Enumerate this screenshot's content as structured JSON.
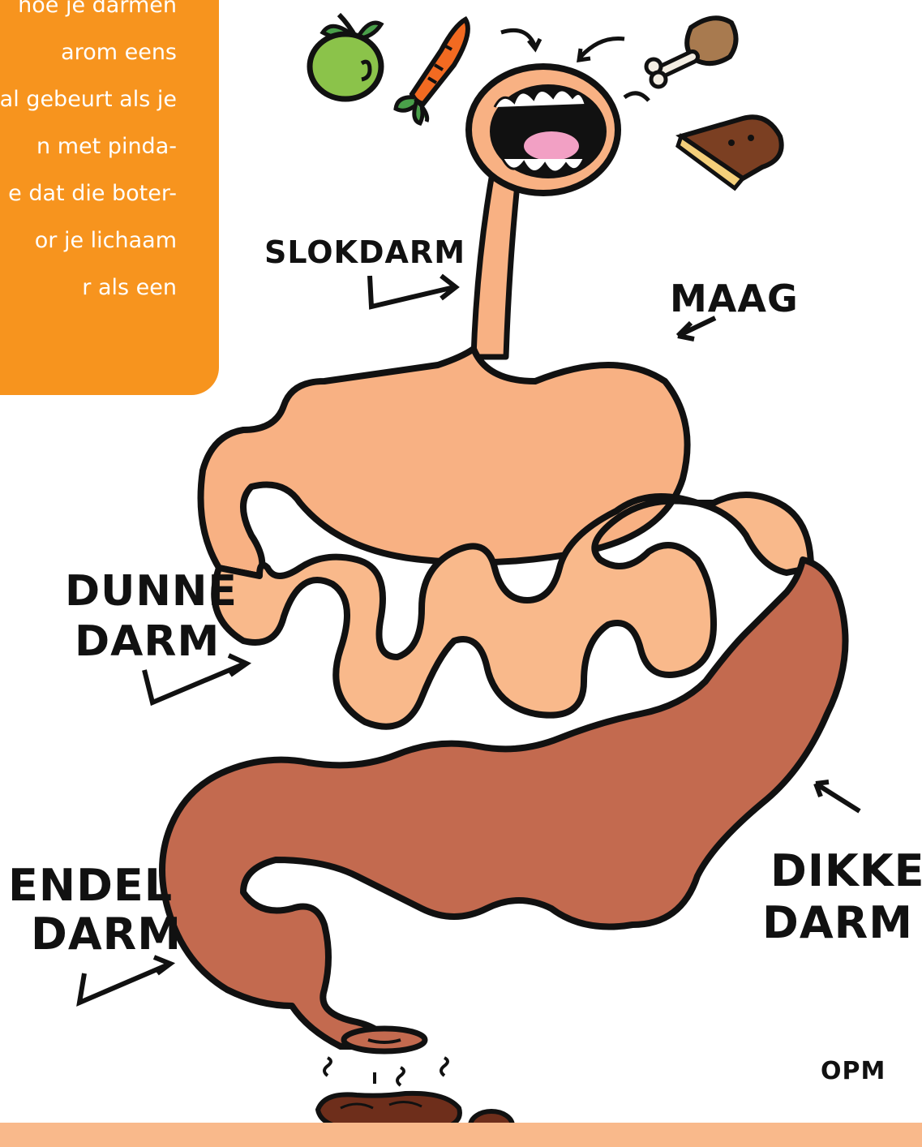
{
  "intro_text_lines": [
    "hoe je darmen",
    "arom eens",
    "al gebeurt als je",
    "n met pinda-",
    "e dat die boter-",
    "or je lichaam",
    "r als een"
  ],
  "labels": {
    "slokdarm": "SLOKDARM",
    "maag": "MAAG",
    "dunne_darm_1": "DUNNE",
    "dunne_darm_2": "DARM",
    "dikke_darm_1": "DIKKE",
    "dikke_darm_2": "DARM",
    "endeldarm_1": "ENDEL",
    "endeldarm_2": "DARM",
    "signature": "OPM"
  },
  "colors": {
    "panel_orange": "#f7941e",
    "stomach_peach": "#f8b183",
    "small_intestine": "#f9b98b",
    "large_intestine": "#c36a4f",
    "outline": "#111111"
  },
  "icons": [
    "apple-icon",
    "carrot-icon",
    "chicken-leg-icon",
    "cake-slice-icon",
    "mouth-icon",
    "poop-icon"
  ]
}
